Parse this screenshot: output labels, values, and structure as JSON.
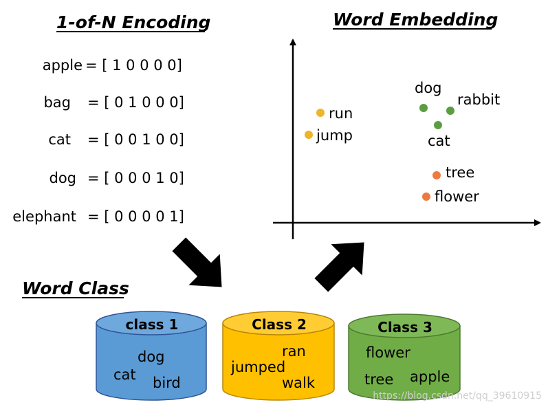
{
  "titles": {
    "encoding": "1-of-N Encoding",
    "embedding": "Word Embedding",
    "word_class": "Word Class"
  },
  "encoding_rows": [
    {
      "word": "apple",
      "vector": "= [ 1   0   0   0   0]"
    },
    {
      "word": "bag",
      "vector": "= [ 0   1   0   0   0]"
    },
    {
      "word": "cat",
      "vector": "= [ 0   0   1   0   0]"
    },
    {
      "word": "dog",
      "vector": "= [ 0   0   0   1   0]"
    },
    {
      "word": "elephant",
      "vector": "= [ 0   0   0   0   1]"
    }
  ],
  "embedding_points": [
    {
      "label": "run",
      "color": "#F0B429"
    },
    {
      "label": "jump",
      "color": "#F0B429"
    },
    {
      "label": "dog",
      "color": "#5B9E40"
    },
    {
      "label": "rabbit",
      "color": "#5B9E40"
    },
    {
      "label": "cat",
      "color": "#5B9E40"
    },
    {
      "label": "tree",
      "color": "#EE7A3F"
    },
    {
      "label": "flower",
      "color": "#EE7A3F"
    }
  ],
  "classes": [
    {
      "title": "class 1",
      "words": [
        "dog",
        "cat",
        "bird"
      ],
      "color": "#5B9BD5",
      "top_color": "#6FA8DC"
    },
    {
      "title": "Class 2",
      "words": [
        "ran",
        "jumped",
        "walk"
      ],
      "color": "#FFC000",
      "top_color": "#FFCC33"
    },
    {
      "title": "Class 3",
      "words": [
        "flower",
        "tree",
        "apple"
      ],
      "color": "#70AD47",
      "top_color": "#7FB957"
    }
  ],
  "watermark": "https://blog.csdn.net/qq_39610915"
}
